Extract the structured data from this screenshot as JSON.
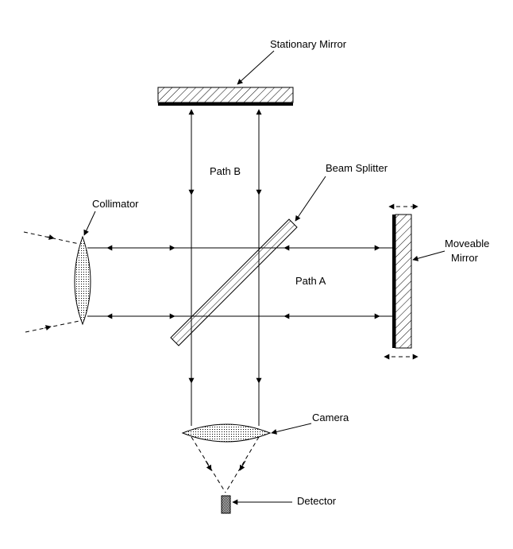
{
  "labels": {
    "stationary_mirror": "Stationary Mirror",
    "beam_splitter": "Beam Splitter",
    "collimator": "Collimator",
    "path_b": "Path B",
    "path_a": "Path A",
    "moveable_mirror_line1": "Moveable",
    "moveable_mirror_line2": "Mirror",
    "camera": "Camera",
    "detector": "Detector"
  },
  "colors": {
    "ink": "#000000",
    "background": "#ffffff"
  }
}
